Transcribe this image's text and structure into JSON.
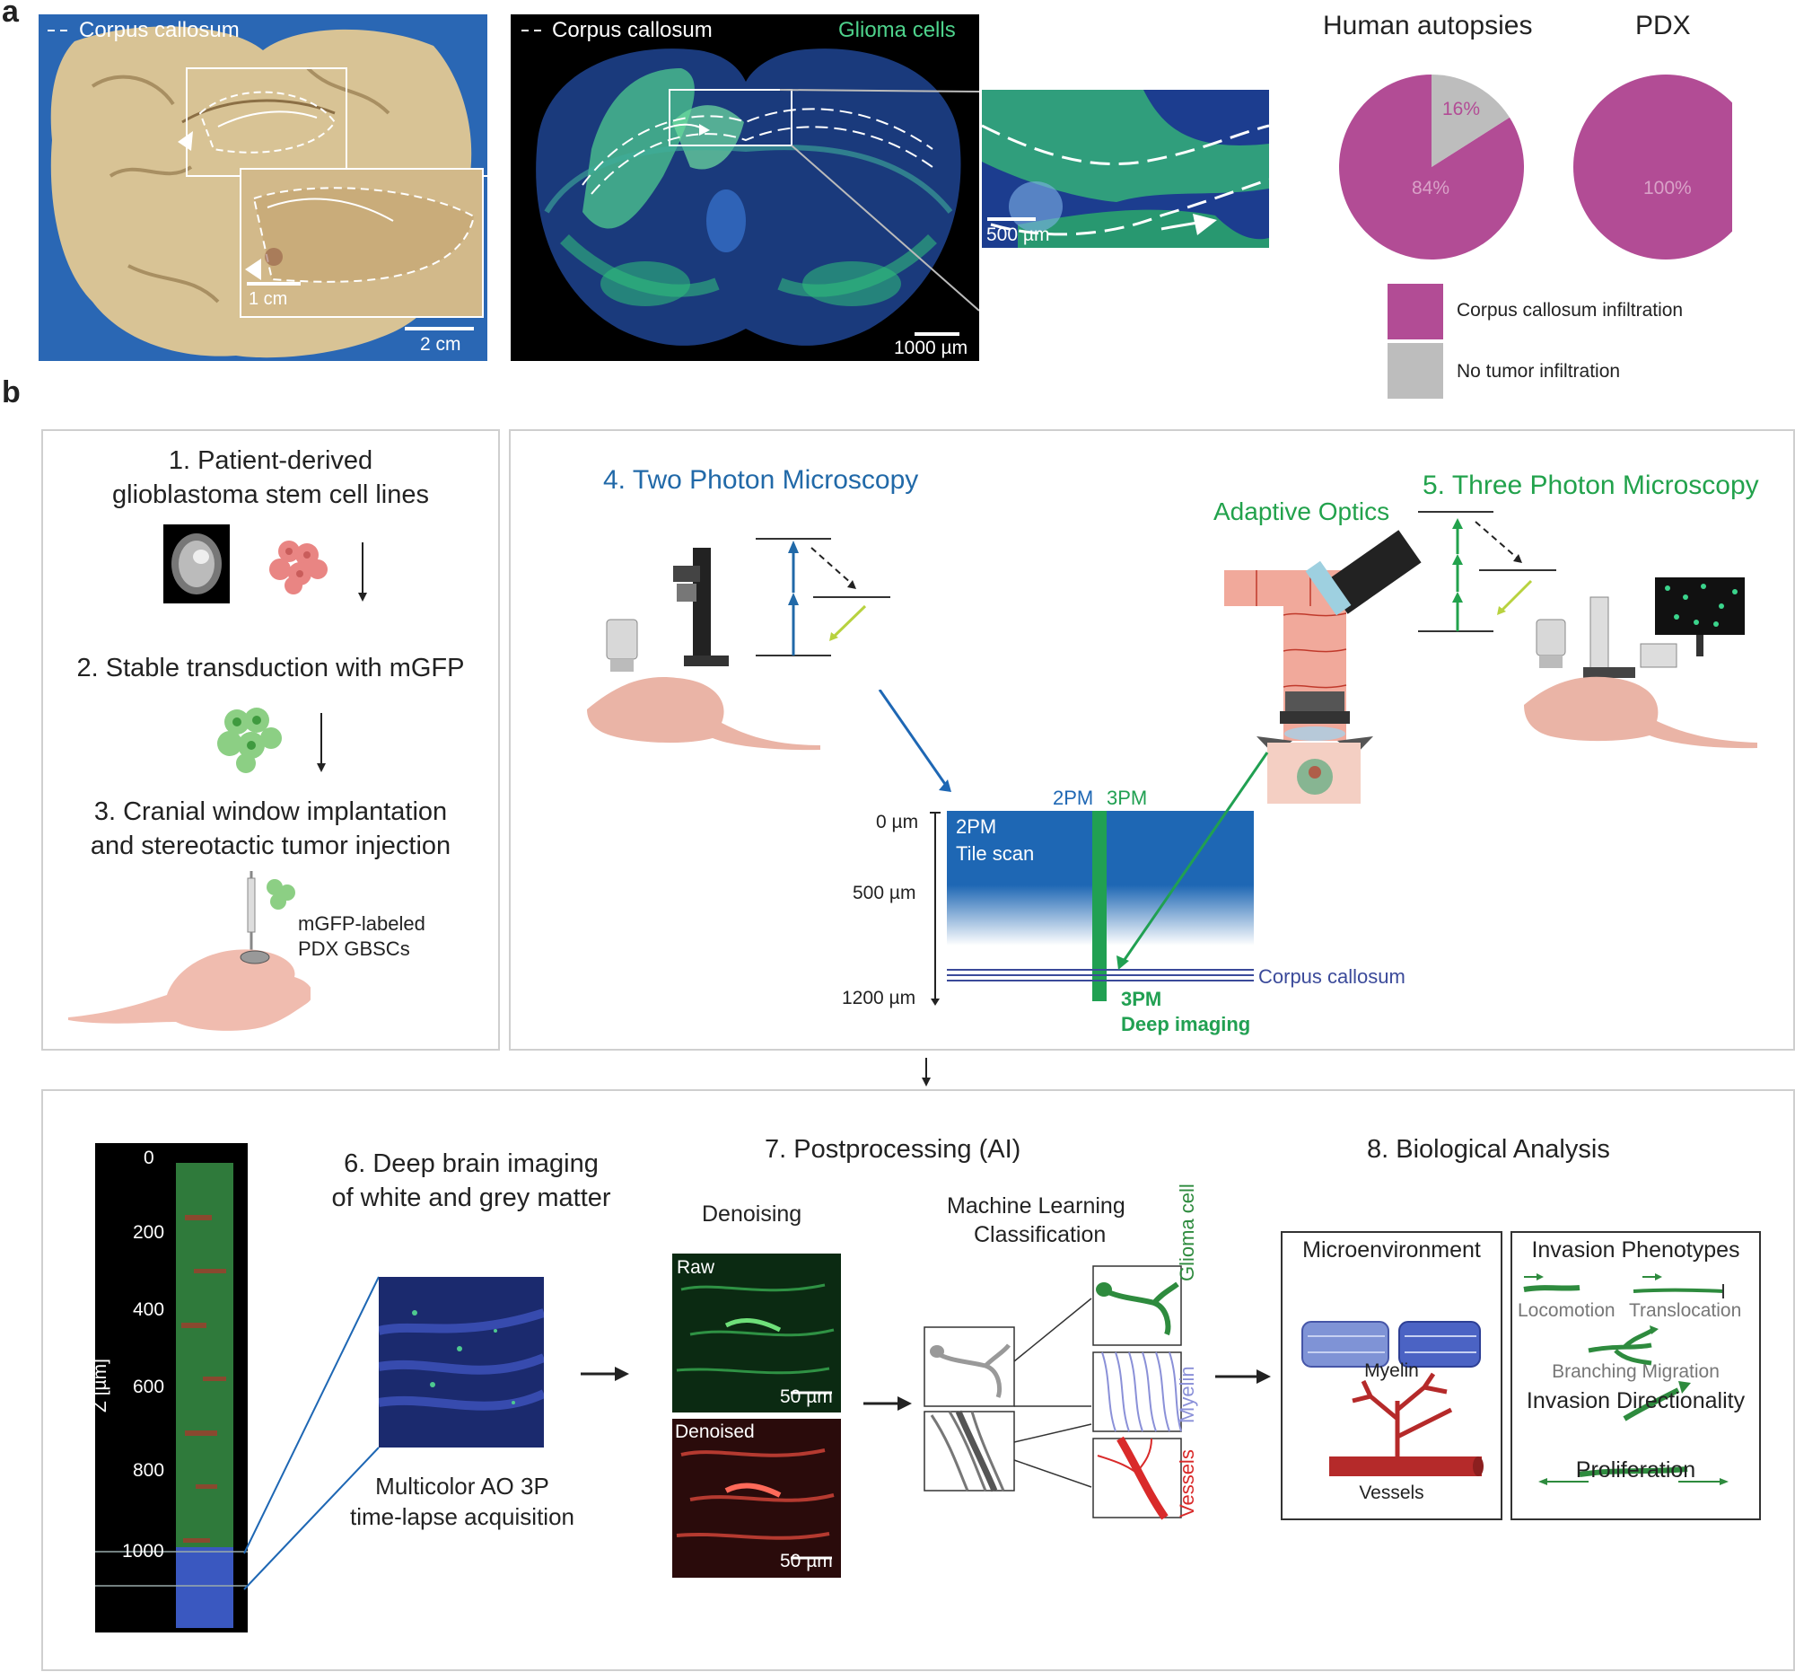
{
  "panel_a": {
    "letter": "a",
    "autopsy": {
      "legend": "Corpus callosum",
      "scale_inset": "1 cm",
      "scale_main": "2 cm"
    },
    "mouse_section": {
      "legend": "Corpus callosum",
      "legend_right": "Glioma cells",
      "scale": "1000 µm"
    },
    "zoom": {
      "scale": "500 µm"
    },
    "pies": {
      "human_title": "Human autopsies",
      "pdx_title": "PDX",
      "human_infiltration_label": "84%",
      "human_none_label": "16%",
      "pdx_label": "100%",
      "colors": {
        "infiltration": "#b24c95",
        "none": "#bdbdbd"
      }
    },
    "legend": {
      "infiltration": "Corpus callosum infiltration",
      "none": "No tumor infiltration"
    }
  },
  "chart_data": [
    {
      "type": "pie",
      "title": "Human autopsies",
      "categories": [
        "Corpus callosum infiltration",
        "No tumor infiltration"
      ],
      "values": [
        84,
        16
      ]
    },
    {
      "type": "pie",
      "title": "PDX",
      "categories": [
        "Corpus callosum infiltration",
        "No tumor infiltration"
      ],
      "values": [
        100,
        0
      ]
    }
  ],
  "panel_b": {
    "letter": "b",
    "step1": {
      "line1": "1. Patient-derived",
      "line2": "glioblastoma stem cell lines"
    },
    "step2": "2. Stable transduction with mGFP",
    "step3": {
      "line1": "3. Cranial window implantation",
      "line2": "and stereotactic tumor injection",
      "note1": "mGFP-labeled",
      "note2": "PDX GBSCs"
    },
    "step4": "4. Two Photon Microscopy",
    "step5": "5. Three Photon Microscopy",
    "adaptive_optics": "Adaptive Optics",
    "depth": {
      "col_2pm": "2PM",
      "col_3pm": "3PM",
      "tile_line1": "2PM",
      "tile_line2": "Tile scan",
      "d0": "0 µm",
      "d500": "500 µm",
      "d1200": "1200 µm",
      "corpus": "Corpus callosum",
      "deep_line1": "3PM",
      "deep_line2": "Deep imaging"
    },
    "step6": {
      "line1": "6. Deep brain imaging",
      "line2": "of white and grey matter",
      "acq1": "Multicolor AO 3P",
      "acq2": "time-lapse acquisition"
    },
    "zstack": {
      "axis_label": "Z [µm]",
      "ticks": [
        "0",
        "200",
        "400",
        "600",
        "800",
        "1000"
      ]
    },
    "step7": {
      "title": "7. Postprocessing (AI)",
      "denoising": "Denoising",
      "raw": "Raw",
      "denoised": "Denoised",
      "scale1": "50 µm",
      "scale2": "50 µm",
      "ml1": "Machine Learning",
      "ml2": "Classification",
      "class_glioma": "Glioma cell",
      "class_myelin": "Myelin",
      "class_vessels": "Vessels"
    },
    "step8": {
      "title": "8. Biological Analysis",
      "micro_title": "Microenvironment",
      "myelin": "Myelin",
      "vessels": "Vessels",
      "inv_title": "Invasion Phenotypes",
      "locomotion": "Locomotion",
      "translocation": "Translocation",
      "branching": "Branching Migration",
      "directionality": "Invasion Directionality",
      "proliferation": "Proliferation"
    }
  }
}
